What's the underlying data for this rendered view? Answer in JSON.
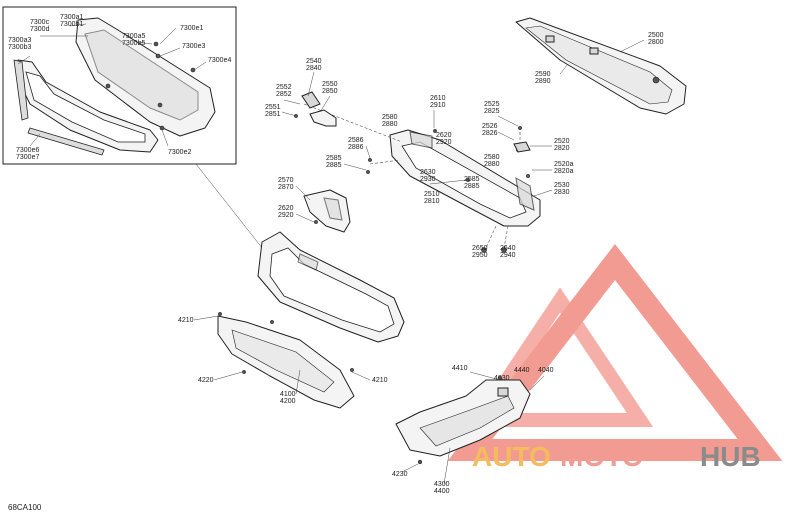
{
  "drawing_code": "68CA100",
  "watermark": {
    "brand_left": "AUTO",
    "brand_mid": "MOTO",
    "brand_right": "HUB",
    "color_primary": "#f08a80",
    "color_accent": "#f4b040",
    "color_dark": "#777777"
  },
  "inset_labels": {
    "a": [
      "7300c",
      "7300d"
    ],
    "b": [
      "7300a1",
      "7300b1"
    ],
    "c": [
      "7300a5",
      "7300b5"
    ],
    "d": [
      "7300e1"
    ],
    "e": [
      "7300e3"
    ],
    "f": [
      "7300e4"
    ],
    "g": [
      "7300a3",
      "7300b3"
    ],
    "h": [
      "7300e6",
      "7300e7"
    ],
    "i": [
      "7300e2"
    ]
  },
  "callouts": {
    "c2500": [
      "2500",
      "2800"
    ],
    "c2590": [
      "2590",
      "2890"
    ],
    "c2540": [
      "2540",
      "2840"
    ],
    "c2552": [
      "2552",
      "2852"
    ],
    "c2550": [
      "2550",
      "2850"
    ],
    "c2551": [
      "2551",
      "2851"
    ],
    "c2610": [
      "2610",
      "2910"
    ],
    "c2525": [
      "2525",
      "2825"
    ],
    "c2526": [
      "2526",
      "2826"
    ],
    "c2520": [
      "2520",
      "2820"
    ],
    "c2580a": [
      "2580",
      "2880"
    ],
    "c2620a": [
      "2620",
      "2920"
    ],
    "c2586": [
      "2586",
      "2886"
    ],
    "c2585a": [
      "2585",
      "2885"
    ],
    "c2630": [
      "2630",
      "2930"
    ],
    "c2580b": [
      "2580",
      "2880"
    ],
    "c2520a": [
      "2520a",
      "2820a"
    ],
    "c2585b": [
      "2585",
      "2885"
    ],
    "c2530": [
      "2530",
      "2830"
    ],
    "c2570": [
      "2570",
      "2870"
    ],
    "c2510": [
      "2510",
      "2810"
    ],
    "c2620b": [
      "2620",
      "2920"
    ],
    "c2650": [
      "2650",
      "2950"
    ],
    "c2640": [
      "2640",
      "2940"
    ],
    "c4210a": [
      "4210"
    ],
    "c4220": [
      "4220"
    ],
    "c4210b": [
      "4210"
    ],
    "c4100": [
      "4100",
      "4200"
    ],
    "c4410": [
      "4410"
    ],
    "c4440": [
      "4440"
    ],
    "c4040": [
      "4040"
    ],
    "c4030": [
      "4030"
    ],
    "c4230": [
      "4230"
    ],
    "c4300": [
      "4300",
      "4400"
    ]
  }
}
